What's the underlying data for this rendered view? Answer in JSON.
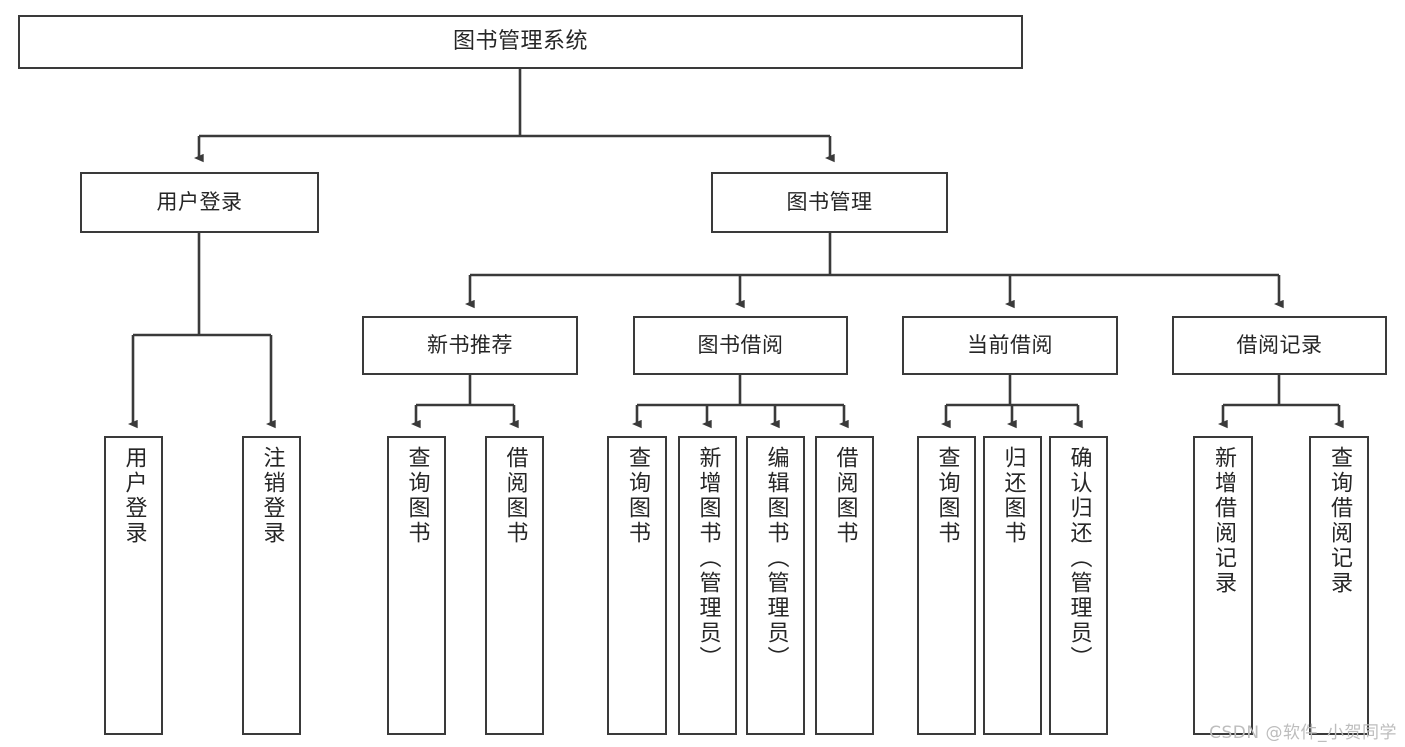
{
  "diagram": {
    "title": "图书管理系统",
    "type": "tree",
    "orientation": "top-down",
    "style": {
      "box_border_color": "#3a3a3a",
      "box_fill_color": "#ffffff",
      "edge_color": "#3a3a3a",
      "text_color": "#262626",
      "background": "#ffffff"
    },
    "root": {
      "label": "图书管理系统"
    },
    "level2": [
      {
        "label": "用户登录"
      },
      {
        "label": "图书管理"
      }
    ],
    "level3": [
      {
        "label": "新书推荐"
      },
      {
        "label": "图书借阅"
      },
      {
        "label": "当前借阅"
      },
      {
        "label": "借阅记录"
      }
    ],
    "leaves": {
      "user_login": [
        {
          "label": "用户登录"
        },
        {
          "label": "注销登录"
        }
      ],
      "new_book_recommend": [
        {
          "label": "查询图书"
        },
        {
          "label": "借阅图书"
        }
      ],
      "book_borrow": [
        {
          "label": "查询图书"
        },
        {
          "label": "新增图书（管理员）"
        },
        {
          "label": "编辑图书（管理员）"
        },
        {
          "label": "借阅图书"
        }
      ],
      "current_borrow": [
        {
          "label": "查询图书"
        },
        {
          "label": "归还图书"
        },
        {
          "label": "确认归还（管理员）"
        }
      ],
      "borrow_record": [
        {
          "label": "新增借阅记录"
        },
        {
          "label": "查询借阅记录"
        }
      ]
    }
  },
  "watermark": {
    "text": "CSDN @软件_小贺同学"
  }
}
